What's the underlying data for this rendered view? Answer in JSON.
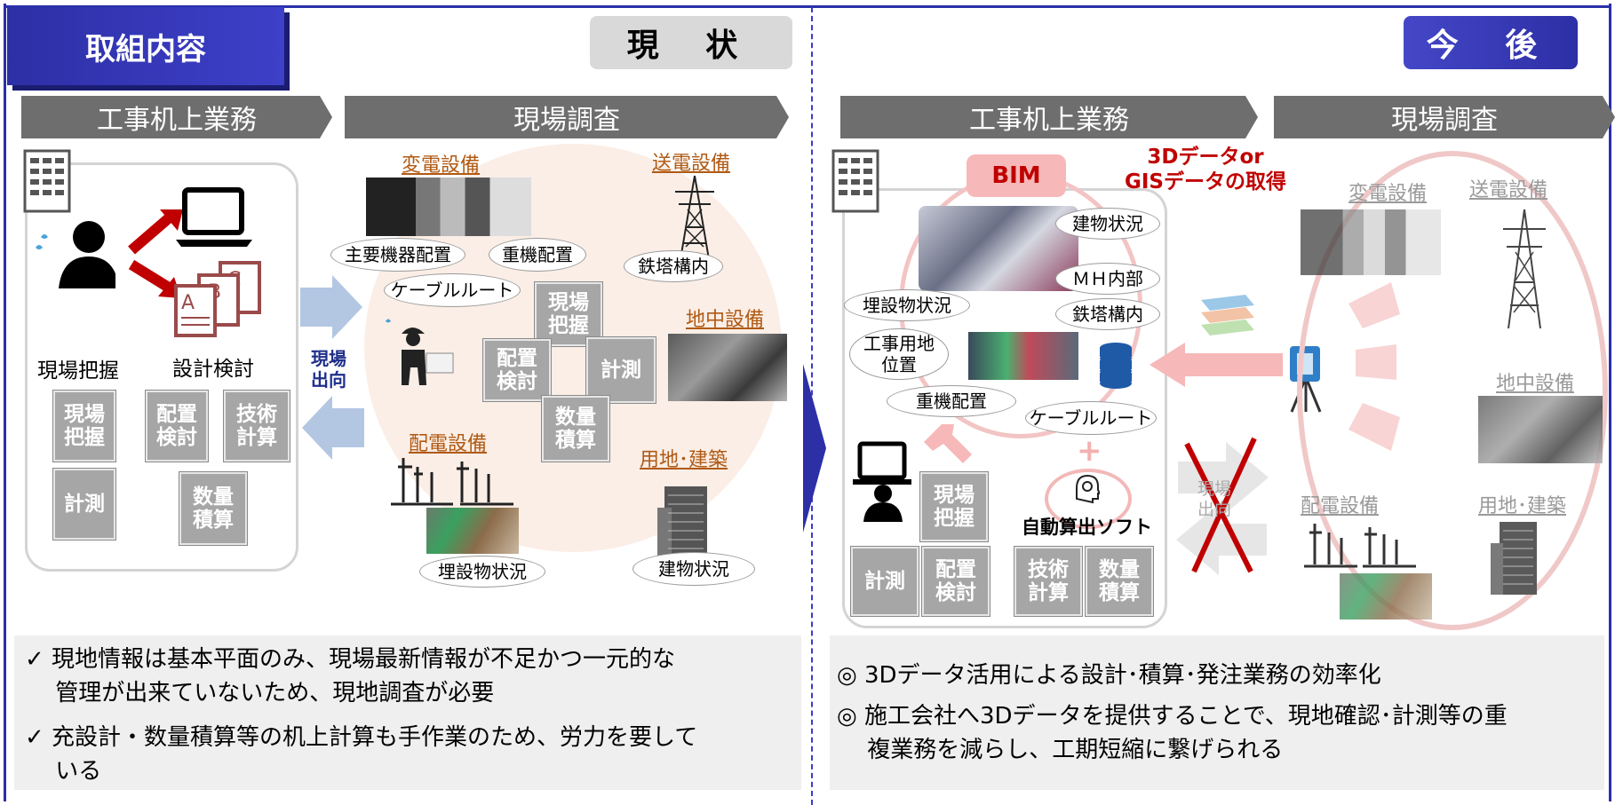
{
  "title_tag": "取組内容",
  "current": {
    "status_label": "現 状",
    "header_left": "工事机上業務",
    "header_right": "現場調査",
    "label_grasp": "現場把握",
    "label_design": "設計検討",
    "boxes": {
      "grasp": "現場\n把握",
      "layout": "配置\n検討",
      "calc": "技術\n計算",
      "measure": "計測",
      "estimate": "数量\n積算"
    },
    "field_boxes": {
      "grasp": "現場\n把握",
      "layout": "配置\n検討",
      "measure": "計測",
      "estimate": "数量\n積算"
    },
    "visit_label": "現場\n出向",
    "categories": {
      "substation": "変電設備",
      "transmission": "送電設備",
      "underground": "地中設備",
      "distribution": "配電設備",
      "land": "用地･建築"
    },
    "ovals": {
      "main_equipment": "主要機器配置",
      "heavy_equipment": "重機配置",
      "cable_route": "ケーブルルート",
      "tower": "鉄塔構内",
      "buried": "埋設物状況",
      "building": "建物状況"
    },
    "bullets": [
      "✓ 現地情報は基本平面のみ、現場最新情報が不足かつ一元的な\n　 管理が出来ていないため、現地調査が必要",
      "✓ 充設計・数量積算等の机上計算も手作業のため、労力を要して\n　 いる"
    ]
  },
  "future": {
    "status_label": "今 後",
    "header_left": "工事机上業務",
    "header_right": "現場調査",
    "bim_label": "BIM",
    "data_acquisition": "3Dデータor\nGISデータの取得",
    "ovals": {
      "building": "建物状況",
      "mh": "ＭＨ内部",
      "tower": "鉄塔構内",
      "buried": "埋設物状況",
      "site_land": "工事用地\n位置",
      "heavy": "重機配置",
      "cable": "ケーブルルート"
    },
    "plus": "+",
    "software": "自動算出ソフト",
    "boxes": {
      "grasp": "現場\n把握",
      "measure": "計測",
      "layout": "配置\n検討",
      "calc": "技術\n計算",
      "estimate": "数量\n積算"
    },
    "visit_label": "現場\n出向",
    "categories": {
      "substation": "変電設備",
      "transmission": "送電設備",
      "underground": "地中設備",
      "distribution": "配電設備",
      "land": "用地･建築"
    },
    "bullets": [
      "◎ 3Dデータ活用による設計･積算･発注業務の効率化",
      "◎ 施工会社へ3Dデータを提供することで、現地確認･計測等の重\n　 複業務を減らし、工期短縮に繋げられる"
    ]
  },
  "colors": {
    "accent_blue": "#2d2fa6",
    "category_brown": "#b05a14",
    "bim_pink": "#f6b8b8",
    "data_red": "#c00000"
  }
}
